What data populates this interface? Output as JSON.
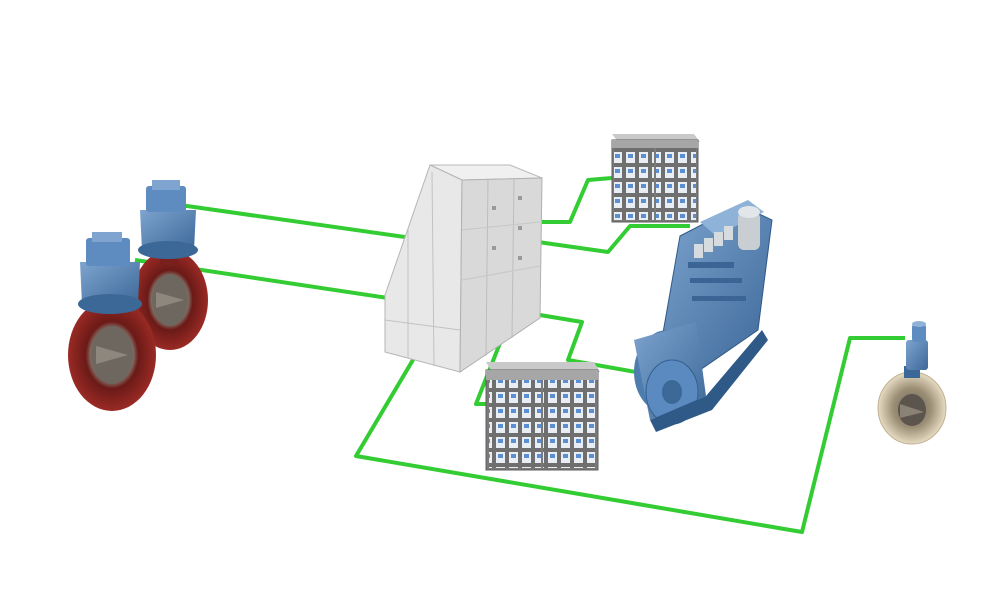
{
  "diagram": {
    "components": [
      {
        "id": "azimuth-thruster-1",
        "kind": "azimuth-thruster-icon"
      },
      {
        "id": "azimuth-thruster-2",
        "kind": "azimuth-thruster-icon"
      },
      {
        "id": "switchboard",
        "kind": "switchboard-cabinet-icon"
      },
      {
        "id": "converter-upper",
        "kind": "power-converter-icon"
      },
      {
        "id": "converter-lower",
        "kind": "power-converter-icon"
      },
      {
        "id": "diesel-generator",
        "kind": "diesel-generator-icon"
      },
      {
        "id": "tunnel-thruster",
        "kind": "tunnel-thruster-icon"
      }
    ],
    "connections": [
      {
        "from": "azimuth-thruster-1",
        "to": "switchboard"
      },
      {
        "from": "azimuth-thruster-2",
        "to": "switchboard"
      },
      {
        "from": "switchboard",
        "to": "converter-upper"
      },
      {
        "from": "switchboard",
        "to": "diesel-generator"
      },
      {
        "from": "switchboard",
        "to": "diesel-generator"
      },
      {
        "from": "switchboard",
        "to": "converter-lower"
      },
      {
        "from": "switchboard",
        "to": "tunnel-thruster"
      }
    ],
    "colors": {
      "cable": "#33cc33",
      "motor_blue": "#4f7fb0",
      "propeller_red": "#7a1f1c",
      "cabinet_grey": "#e4e4e4",
      "converter_grey": "#8c8c8c",
      "nozzle_bronze": "#c8b893"
    }
  }
}
